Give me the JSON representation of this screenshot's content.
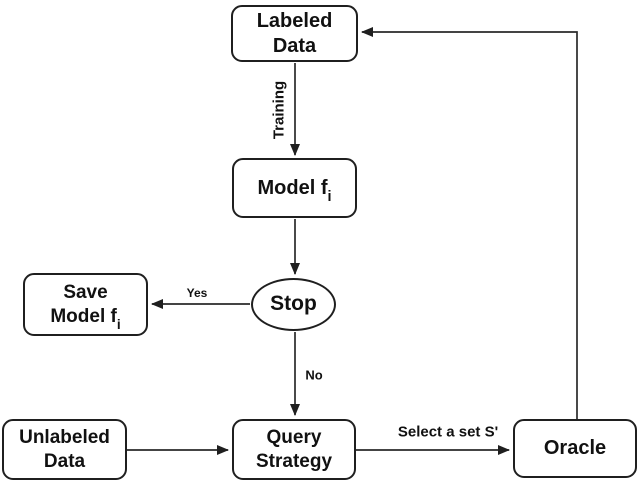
{
  "colors": {
    "background": "#ffffff",
    "stroke": "#1f1f1f",
    "text": "#111111"
  },
  "nodes": {
    "labeled_data": {
      "line1": "Labeled",
      "line2": "Data"
    },
    "model": {
      "text": "Model f",
      "sub": "i"
    },
    "save_model": {
      "line1": "Save",
      "line2": "Model f",
      "sub": "i"
    },
    "stop": {
      "text": "Stop"
    },
    "unlabeled_data": {
      "line1": "Unlabeled",
      "line2": "Data"
    },
    "query_strategy": {
      "line1": "Query",
      "line2": "Strategy"
    },
    "oracle": {
      "text": "Oracle"
    }
  },
  "edges": {
    "training_label": "Training",
    "yes_label": "Yes",
    "no_label": "No",
    "select_label": "Select a set S'"
  }
}
